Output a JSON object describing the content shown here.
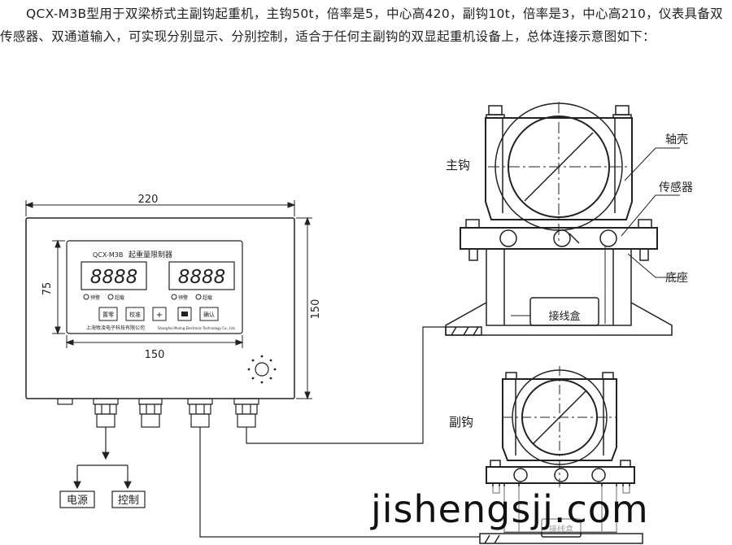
{
  "intro": "QCX-M3B型用于双梁桥式主副钩起重机，主钩50t，倍率是5，中心高420，副钩10t，倍率是3，中心高210，仪表具备双传感器、双通道输入，可实现分别显示、分别控制，适合于任何主副钩的双显起重机设备上，总体连接示意图如下：",
  "instrument": {
    "dim_width": "220",
    "dim_height": "150",
    "dim_panel_height": "75",
    "dim_panel_width": "150",
    "model": "QCX-M3B",
    "name": "起重量限制器",
    "display_left": "8888",
    "display_right": "8888",
    "led_labels": [
      "预警",
      "超载",
      "预警",
      "超载"
    ],
    "buttons": [
      "置零",
      "校准",
      "+",
      "−",
      "确认"
    ],
    "company": "上海牧凌电子科技有限公司",
    "company_en": "Shanghai Muling Electronic Technology Co., Ltd."
  },
  "outputs": [
    "电源",
    "控制"
  ],
  "main_hook": {
    "title": "主钩",
    "shell": "轴壳",
    "sensor": "传感器",
    "base": "底座",
    "junction_box": "接线盒"
  },
  "aux_hook": {
    "title": "副钩",
    "junction_box": "接线盒"
  },
  "watermark": "jishengsjj.com"
}
